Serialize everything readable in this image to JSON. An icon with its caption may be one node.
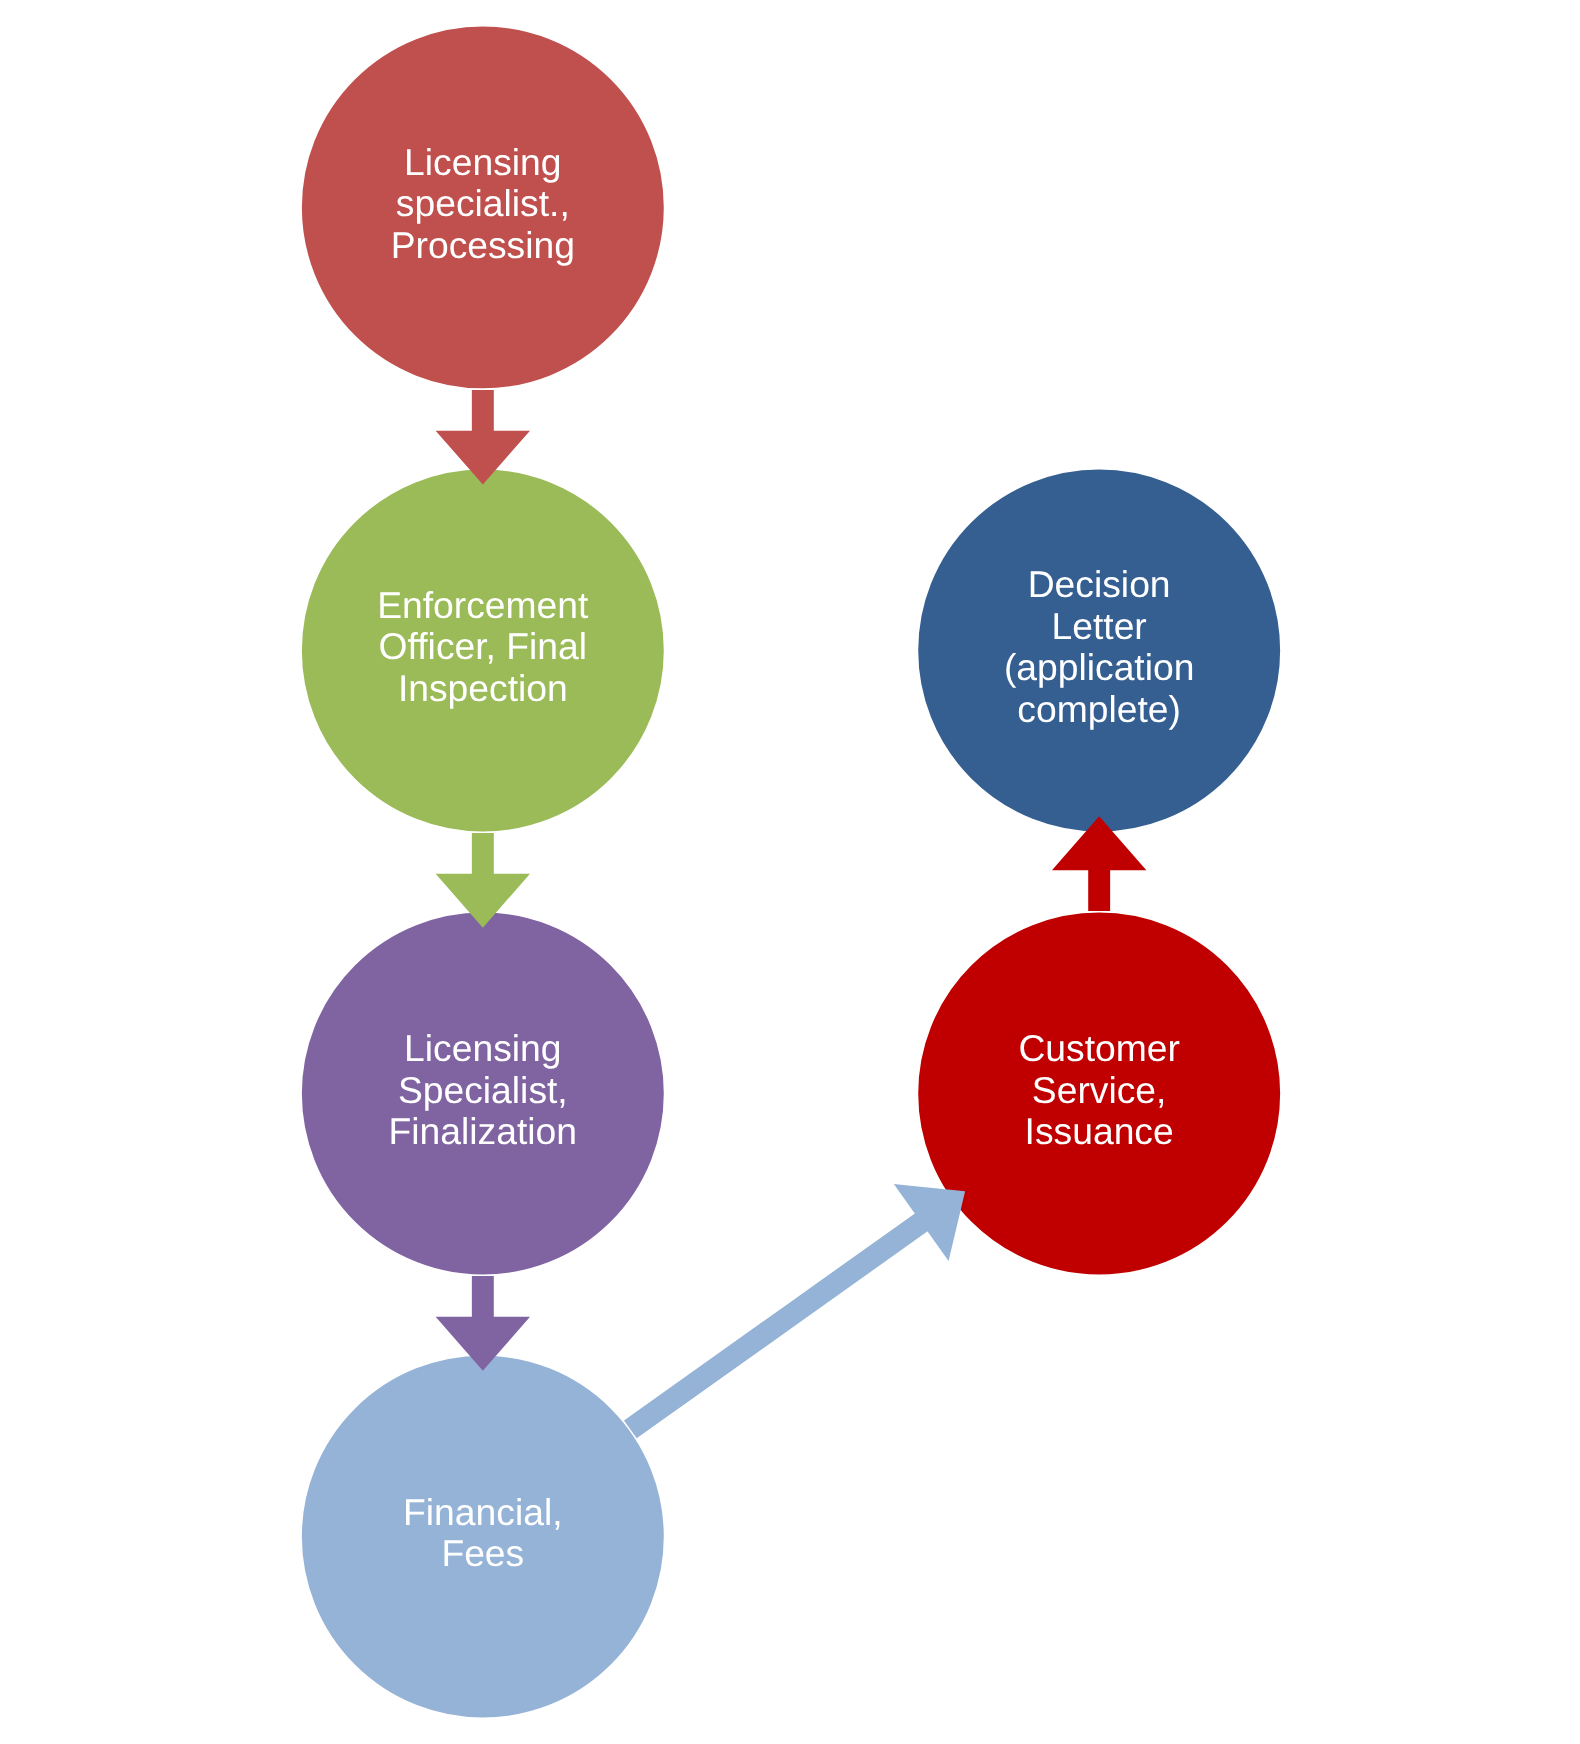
{
  "diagram": {
    "nodes": [
      {
        "text": [
          "Licensing specialist., Processing"
        ]
      },
      {
        "text": [
          "Enforcement Officer, Final Inspection"
        ]
      },
      {
        "text": [
          "Licensing Specialist, Finalization"
        ]
      },
      {
        "text": [
          "Financial, Fees"
        ]
      },
      {
        "text": [
          "Customer Service, Issuance"
        ]
      },
      {
        "text": [
          "Decision Letter (application complete)"
        ]
      }
    ],
    "edges": [
      {
        "from": 0,
        "to": 1,
        "arrow": "to",
        "color": "#c0504d"
      },
      {
        "from": 1,
        "to": 2,
        "arrow": "to",
        "color": "#9bbb59"
      },
      {
        "from": 2,
        "to": 3,
        "arrow": "to",
        "color": "#8064a2"
      },
      {
        "from": 3,
        "to": 4,
        "arrow": "to",
        "color": "#95b3d7"
      },
      {
        "from": 4,
        "to": 5,
        "arrow": "to",
        "color": "#c00000"
      }
    ]
  }
}
